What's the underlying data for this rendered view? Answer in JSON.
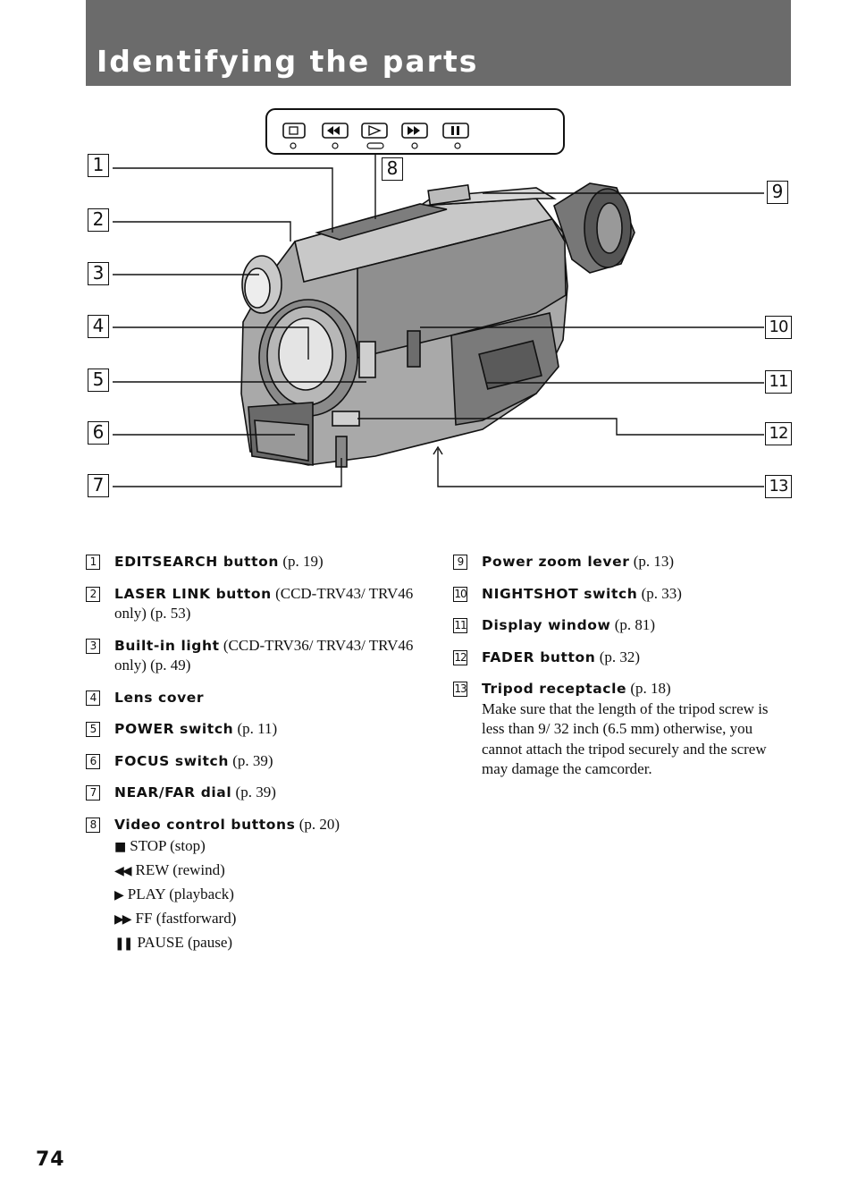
{
  "header": {
    "title": "Identifying the parts"
  },
  "figure": {
    "callouts": [
      "1",
      "2",
      "3",
      "4",
      "5",
      "6",
      "7",
      "8",
      "9",
      "10",
      "11",
      "12",
      "13"
    ],
    "control_panel_icons": [
      "stop-icon",
      "rewind-icon",
      "play-icon",
      "fastforward-icon",
      "pause-icon"
    ]
  },
  "left_items": [
    {
      "num": "1",
      "name": "EDITSEARCH button",
      "text": " (p. 19)"
    },
    {
      "num": "2",
      "name": "LASER LINK button",
      "text": " (CCD-TRV43/ TRV46 only) (p. 53)"
    },
    {
      "num": "3",
      "name": "Built-in light",
      "text": " (CCD-TRV36/ TRV43/ TRV46 only) (p. 49)"
    },
    {
      "num": "4",
      "name": "Lens cover",
      "text": ""
    },
    {
      "num": "5",
      "name": "POWER switch",
      "text": " (p. 11)"
    },
    {
      "num": "6",
      "name": "FOCUS switch",
      "text": " (p. 39)"
    },
    {
      "num": "7",
      "name": "NEAR/FAR dial",
      "text": " (p. 39)"
    },
    {
      "num": "8",
      "name": "Video control buttons",
      "text": " (p. 20)"
    }
  ],
  "video_controls": [
    {
      "glyph": "■",
      "label": "STOP (stop)"
    },
    {
      "glyph": "◀◀",
      "label": "REW (rewind)"
    },
    {
      "glyph": "▶",
      "label": "PLAY (playback)"
    },
    {
      "glyph": "▶▶",
      "label": "FF (fastforward)"
    },
    {
      "glyph": "❚❚",
      "label": "PAUSE (pause)"
    }
  ],
  "right_items": [
    {
      "num": "9",
      "name": "Power zoom lever",
      "text": " (p. 13)"
    },
    {
      "num": "10",
      "name": "NIGHTSHOT switch",
      "text": " (p. 33)"
    },
    {
      "num": "11",
      "name": "Display window",
      "text": " (p. 81)"
    },
    {
      "num": "12",
      "name": "FADER button",
      "text": " (p. 32)"
    },
    {
      "num": "13",
      "name": "Tripod receptacle",
      "text": " (p. 18)"
    }
  ],
  "tripod_note": "Make sure that the length of the tripod screw is less than 9/ 32 inch (6.5 mm) otherwise, you cannot attach the tripod securely and the screw may damage the camcorder.",
  "footer": {
    "page_number": "74"
  }
}
